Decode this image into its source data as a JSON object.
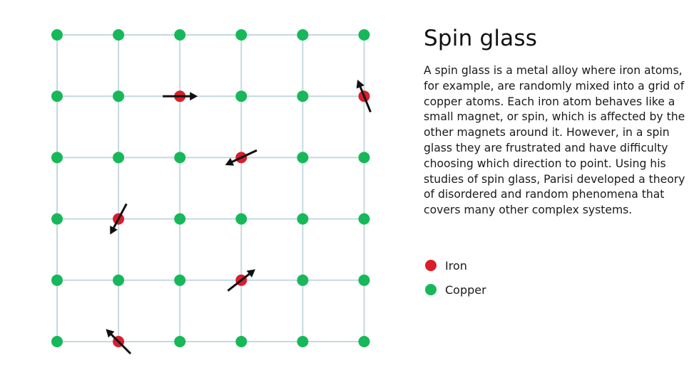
{
  "title": "Spin glass",
  "description": "A spin glass is a metal alloy where iron atoms, for example, are randomly mixed into a grid of copper atoms. Each iron atom behaves like a small magnet, or spin, which is affected by the other magnets around it. However, in a spin glass they are frustrated and have difficulty choosing which direction to point. Using his studies of spin glass, Parisi developed a theory of disordered and random phenomena that covers many other complex systems.",
  "legend": {
    "iron_label": "Iron",
    "copper_label": "Copper"
  },
  "colors": {
    "iron": "#d81e2c",
    "copper": "#17b85a",
    "grid_line": "#c6d8e2",
    "arrow": "#111111"
  },
  "lattice": {
    "rows": 6,
    "cols": 6,
    "iron_atoms": [
      {
        "row": 1,
        "col": 2,
        "spin_angle_deg": 0
      },
      {
        "row": 1,
        "col": 5,
        "spin_angle_deg": -112
      },
      {
        "row": 2,
        "col": 3,
        "spin_angle_deg": 155
      },
      {
        "row": 3,
        "col": 1,
        "spin_angle_deg": 118
      },
      {
        "row": 4,
        "col": 3,
        "spin_angle_deg": -38
      },
      {
        "row": 5,
        "col": 1,
        "spin_angle_deg": -135
      }
    ]
  }
}
